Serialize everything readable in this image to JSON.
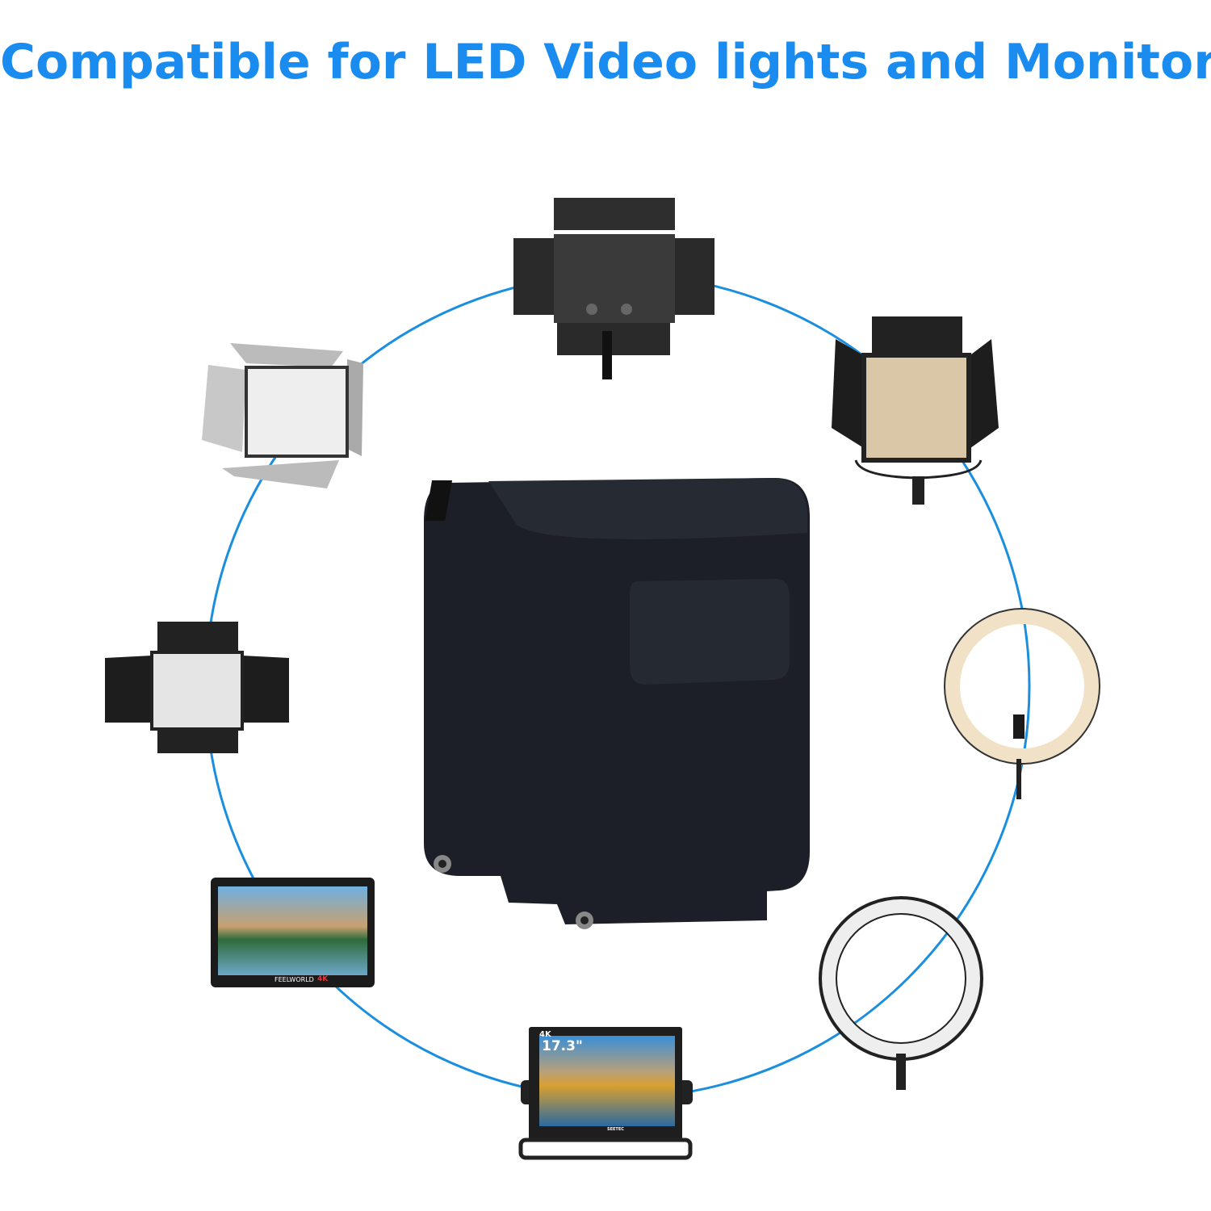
{
  "title": "Compatible for LED Video lights and Monitors",
  "colors": {
    "accent": "#1a8cf0",
    "ring": "#1a8fe0",
    "battery": "#1c1f27"
  },
  "product": {
    "name_icon": "np-f-battery"
  },
  "devices": [
    {
      "icon": "led-panel-barndoor-back"
    },
    {
      "icon": "led-panel-warm-barndoor"
    },
    {
      "icon": "ring-light-warm"
    },
    {
      "icon": "ring-light-white"
    },
    {
      "icon": "field-monitor-17",
      "labels": {
        "resolution": "4K",
        "size": "17.3\"",
        "brand": "SEETEC"
      }
    },
    {
      "icon": "field-monitor-7",
      "labels": {
        "brand": "FEELWORLD",
        "resolution": "4K"
      }
    },
    {
      "icon": "led-panel-small"
    },
    {
      "icon": "led-panel-silver-barndoor"
    }
  ]
}
